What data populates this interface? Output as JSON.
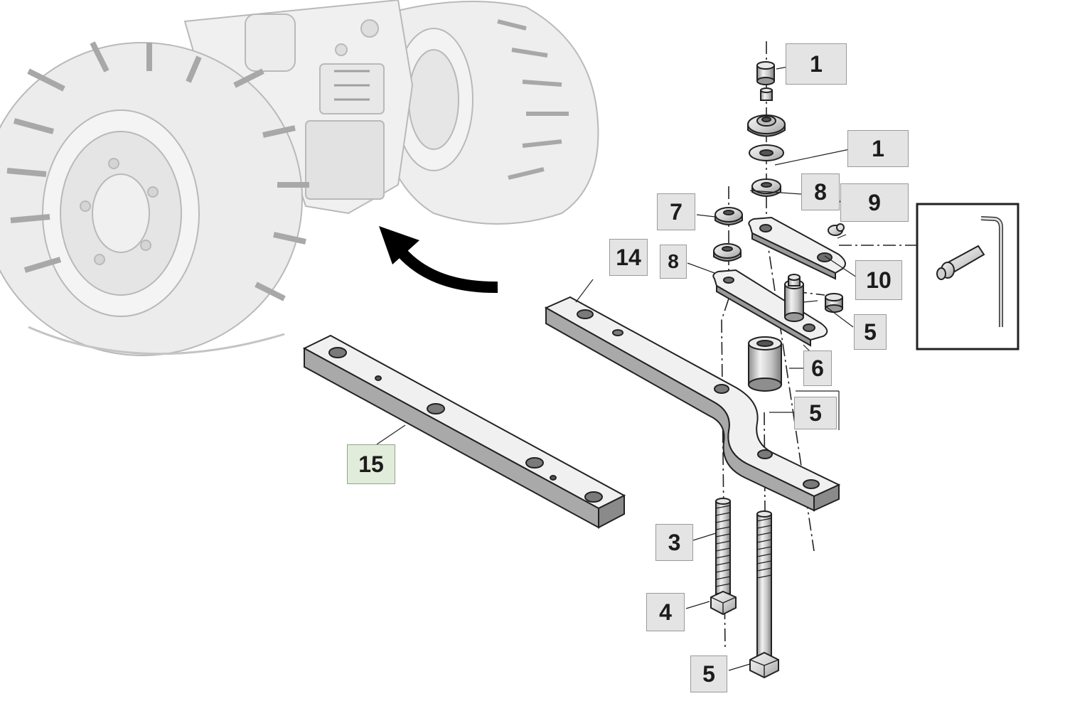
{
  "colors": {
    "background": "#ffffff",
    "callout_fill": "#e4e4e4",
    "callout_highlight_fill": "#e1ecdb",
    "callout_border": "#9a9a9a",
    "part_fill": "#dcdcdc",
    "tractor_line": "#b9b9b9",
    "arrow": "#000000"
  },
  "callouts": {
    "c1a": "1",
    "c1b": "1",
    "c8a": "8",
    "c9": "9",
    "c7": "7",
    "c14": "14",
    "c8b": "8",
    "c10": "10",
    "c5a": "5",
    "c6": "6",
    "c5b": "5",
    "c15": "15",
    "c3": "3",
    "c4": "4",
    "c5c": "5"
  },
  "icons": [
    "direction-arrow-icon",
    "tractor-rear-illustration",
    "detail-inset-pin-icon",
    "allen-key-icon"
  ]
}
